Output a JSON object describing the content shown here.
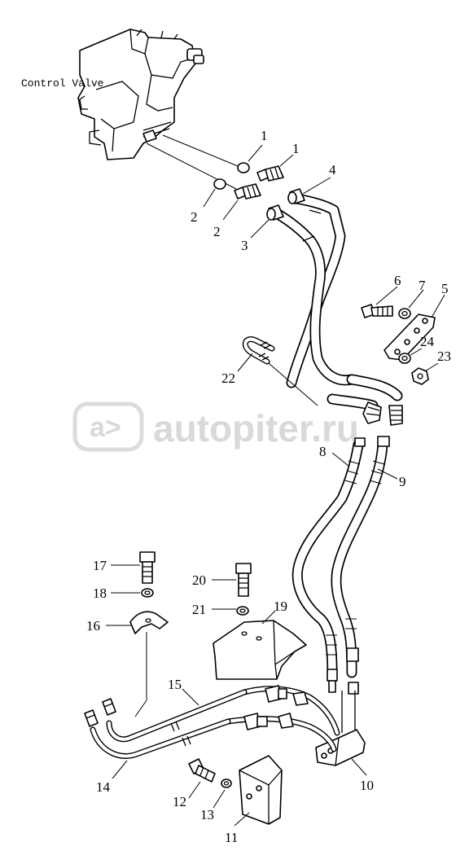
{
  "caption": "Control Valve",
  "watermark": "autopiter.ru",
  "callouts": [
    {
      "id": "c1a",
      "text": "1"
    },
    {
      "id": "c1b",
      "text": "1"
    },
    {
      "id": "c2a",
      "text": "2"
    },
    {
      "id": "c2b",
      "text": "2"
    },
    {
      "id": "c3",
      "text": "3"
    },
    {
      "id": "c4",
      "text": "4"
    },
    {
      "id": "c5",
      "text": "5"
    },
    {
      "id": "c6",
      "text": "6"
    },
    {
      "id": "c7",
      "text": "7"
    },
    {
      "id": "c8",
      "text": "8"
    },
    {
      "id": "c9",
      "text": "9"
    },
    {
      "id": "c10",
      "text": "10"
    },
    {
      "id": "c11",
      "text": "11"
    },
    {
      "id": "c12",
      "text": "12"
    },
    {
      "id": "c13",
      "text": "13"
    },
    {
      "id": "c14",
      "text": "14"
    },
    {
      "id": "c15",
      "text": "15"
    },
    {
      "id": "c16",
      "text": "16"
    },
    {
      "id": "c17",
      "text": "17"
    },
    {
      "id": "c18",
      "text": "18"
    },
    {
      "id": "c19",
      "text": "19"
    },
    {
      "id": "c20",
      "text": "20"
    },
    {
      "id": "c21",
      "text": "21"
    },
    {
      "id": "c22",
      "text": "22"
    },
    {
      "id": "c23",
      "text": "23"
    },
    {
      "id": "c24",
      "text": "24"
    }
  ]
}
